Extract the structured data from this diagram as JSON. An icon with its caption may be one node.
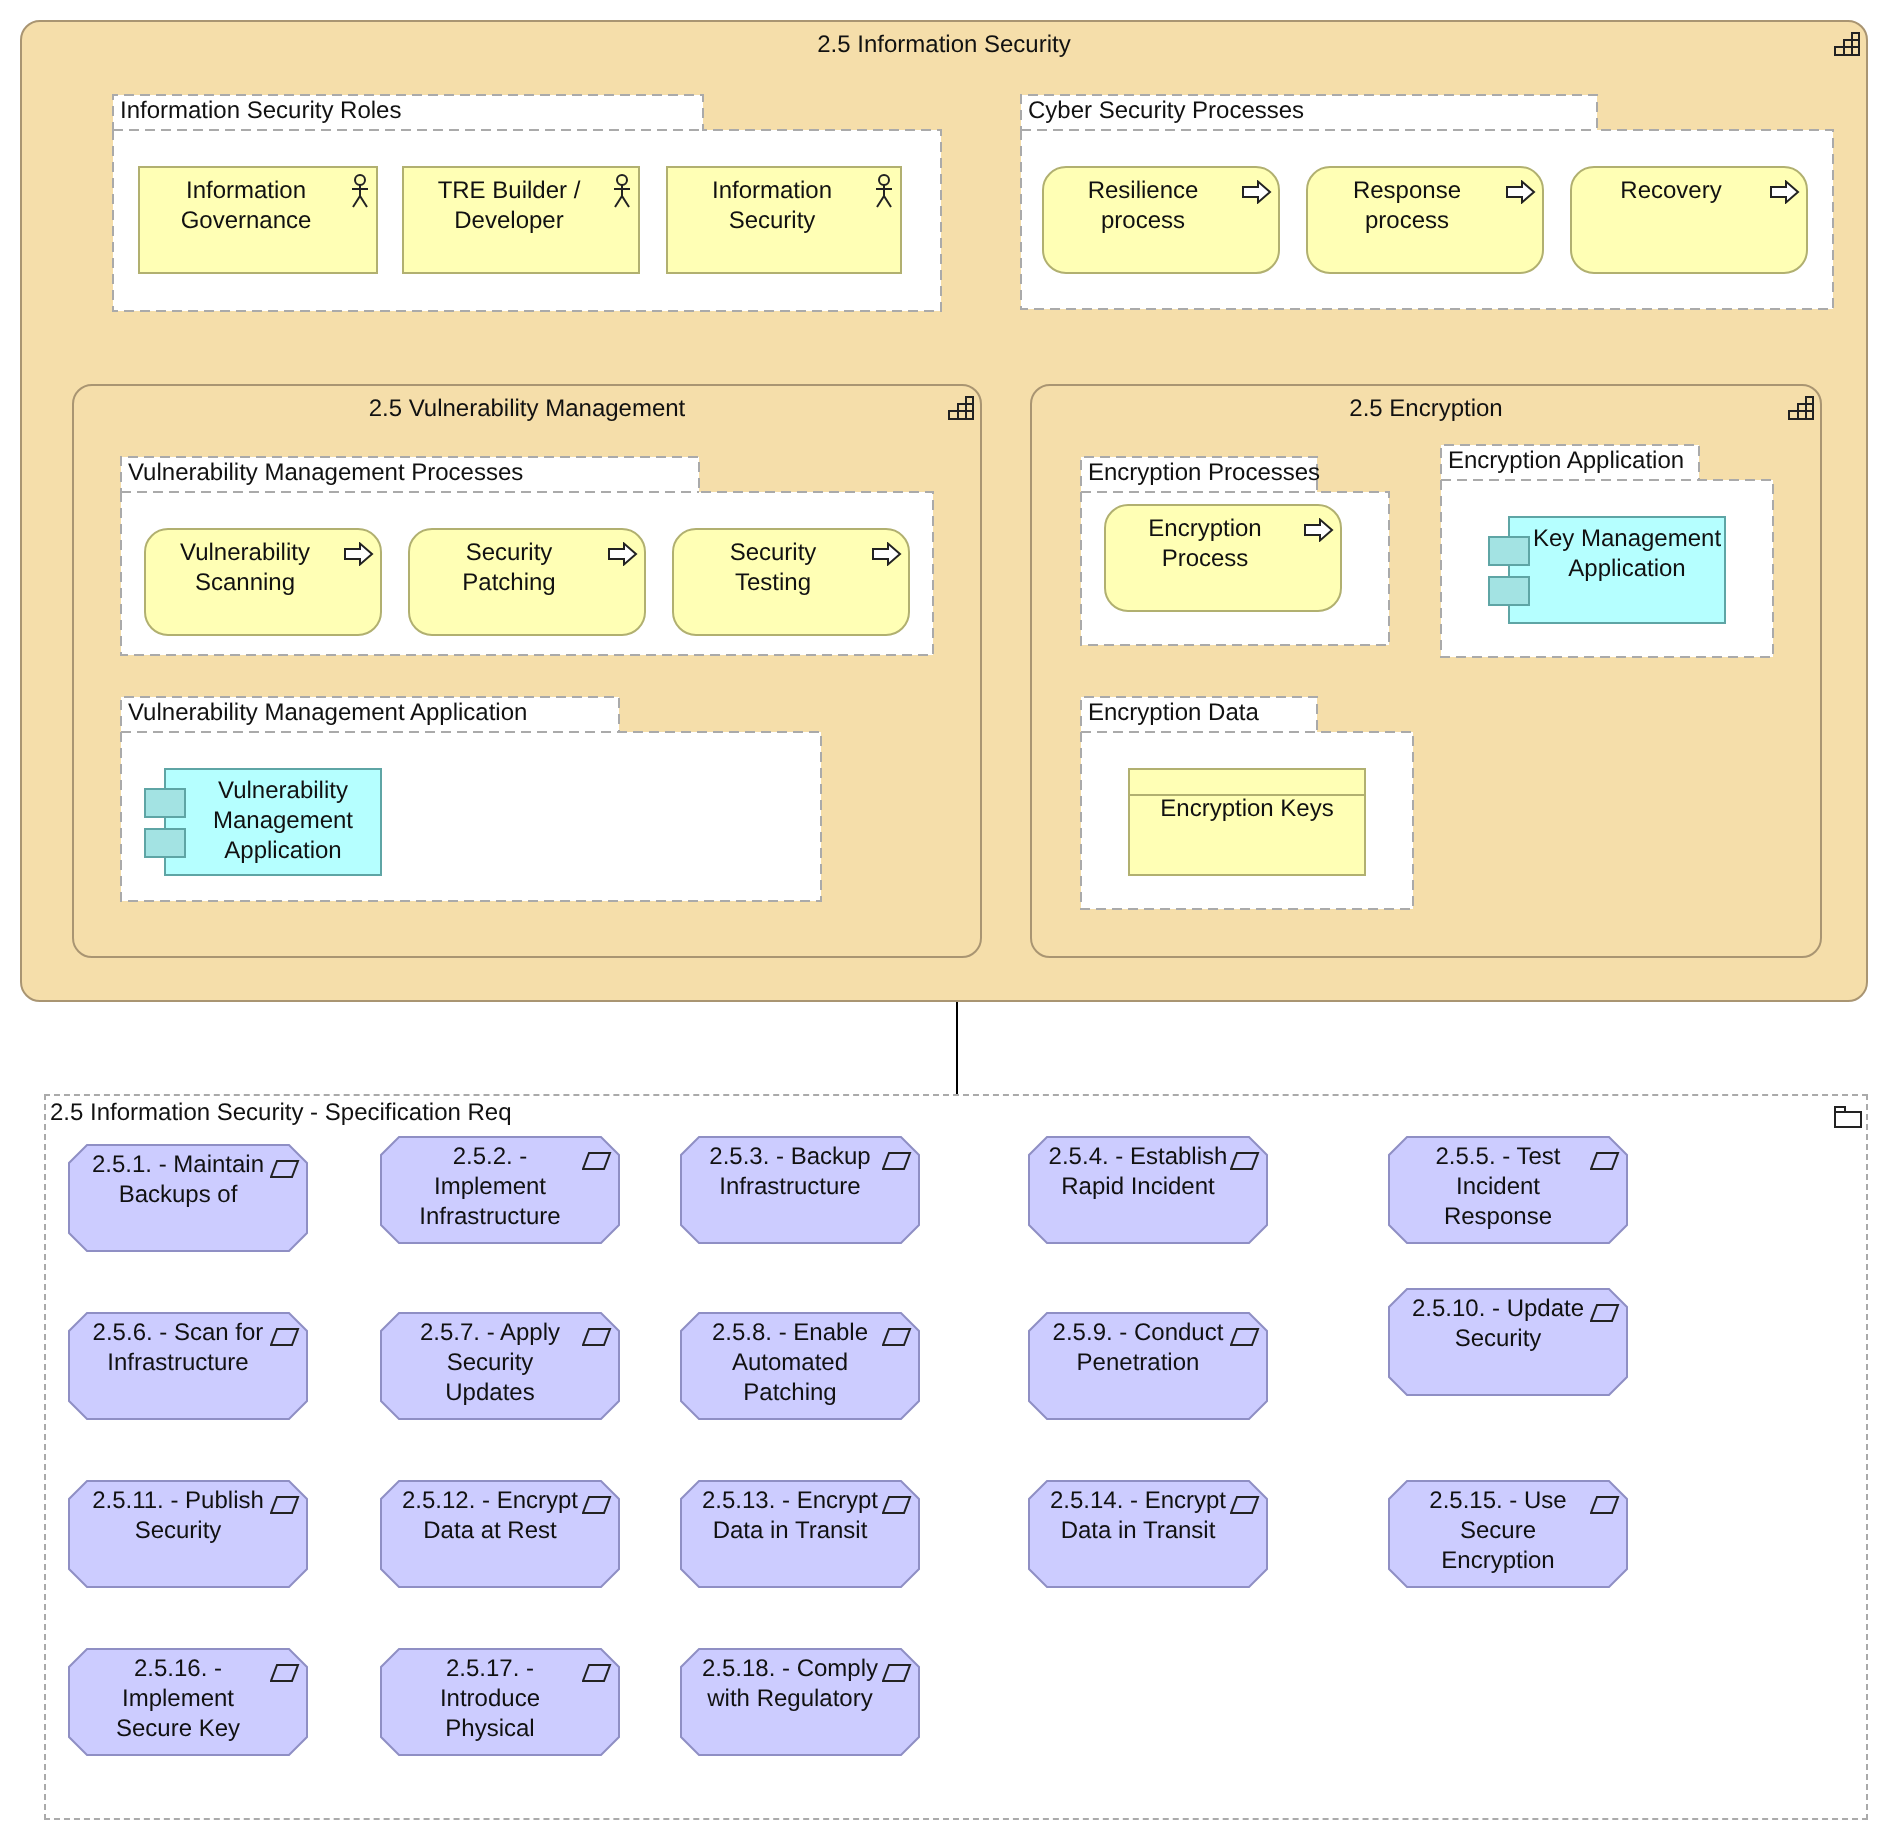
{
  "diagram": {
    "nodes": [
      {
        "text": [
          "2.5 Information Security"
        ]
      },
      {
        "text": [
          "Information Security Roles"
        ],
        "in": 0
      },
      {
        "text": [
          "Information Governance"
        ],
        "in": 1
      },
      {
        "text": [
          "TRE Builder / Developer"
        ],
        "in": 1
      },
      {
        "text": [
          "Information Security"
        ],
        "in": 1
      },
      {
        "text": [
          "Cyber Security Processes"
        ],
        "in": 0
      },
      {
        "text": [
          "Resilience process"
        ],
        "in": 5
      },
      {
        "text": [
          "Response process"
        ],
        "in": 5
      },
      {
        "text": [
          "Recovery"
        ],
        "in": 5
      },
      {
        "text": [
          "2.5 Vulnerability Management"
        ],
        "in": 0
      },
      {
        "text": [
          "Vulnerability Management Processes"
        ],
        "in": 9
      },
      {
        "text": [
          "Vulnerability Scanning"
        ],
        "in": 10
      },
      {
        "text": [
          "Security Patching"
        ],
        "in": 10
      },
      {
        "text": [
          "Security Testing"
        ],
        "in": 10
      },
      {
        "text": [
          "Vulnerability Management Application"
        ],
        "in": 9
      },
      {
        "text": [
          "Vulnerability Management Application"
        ],
        "in": 14
      },
      {
        "text": [
          "2.5 Encryption"
        ],
        "in": 0
      },
      {
        "text": [
          "Encryption Processes"
        ],
        "in": 16
      },
      {
        "text": [
          "Encryption Process"
        ],
        "in": 17
      },
      {
        "text": [
          "Encryption Application"
        ],
        "in": 16
      },
      {
        "text": [
          "Key Management Application"
        ],
        "in": 19
      },
      {
        "text": [
          "Encryption Data"
        ],
        "in": 16
      },
      {
        "text": [
          "Encryption Keys"
        ],
        "in": 21
      },
      {
        "text": [
          "2.5 Information Security - Specification Req"
        ]
      },
      {
        "text": [
          "2.5.1. - Maintain Backups of"
        ],
        "in": 23
      },
      {
        "text": [
          "2.5.2. - Implement Infrastructure"
        ],
        "in": 23
      },
      {
        "text": [
          "2.5.3. - Backup Infrastructure"
        ],
        "in": 23
      },
      {
        "text": [
          "2.5.4. - Establish Rapid Incident"
        ],
        "in": 23
      },
      {
        "text": [
          "2.5.5. - Test Incident Response"
        ],
        "in": 23
      },
      {
        "text": [
          "2.5.6. - Scan for Infrastructure"
        ],
        "in": 23
      },
      {
        "text": [
          "2.5.7. - Apply Security Updates"
        ],
        "in": 23
      },
      {
        "text": [
          "2.5.8. - Enable Automated Patching"
        ],
        "in": 23
      },
      {
        "text": [
          "2.5.9. - Conduct Penetration"
        ],
        "in": 23
      },
      {
        "text": [
          "2.5.10. - Update Security"
        ],
        "in": 23
      },
      {
        "text": [
          "2.5.11. - Publish Security"
        ],
        "in": 23
      },
      {
        "text": [
          "2.5.12. - Encrypt Data at Rest"
        ],
        "in": 23
      },
      {
        "text": [
          "2.5.13. - Encrypt Data in Transit"
        ],
        "in": 23
      },
      {
        "text": [
          "2.5.14. - Encrypt Data in Transit"
        ],
        "in": 23
      },
      {
        "text": [
          "2.5.15. - Use Secure Encryption"
        ],
        "in": 23
      },
      {
        "text": [
          "2.5.16. - Implement Secure Key"
        ],
        "in": 23
      },
      {
        "text": [
          "2.5.17. - Introduce Physical"
        ],
        "in": 23
      },
      {
        "text": [
          "2.5.18. - Comply with Regulatory"
        ],
        "in": 23
      }
    ],
    "edges": [
      {
        "from": 0,
        "to": 23,
        "arrow": "none"
      }
    ]
  }
}
